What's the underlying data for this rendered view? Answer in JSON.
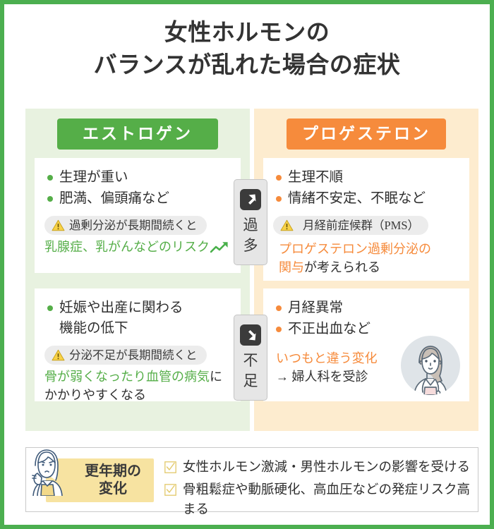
{
  "title": {
    "line1": "女性ホルモンの",
    "line2": "バランスが乱れた場合の症状"
  },
  "colors": {
    "border": "#4caf50",
    "estrogen_accent": "#55ae48",
    "estrogen_panel": "#e8f2e0",
    "progesterone_accent": "#f68b3c",
    "progesterone_panel": "#fdeccf",
    "warning_pill": "#ececec",
    "warning_icon": "#f5c518",
    "footer_tag": "#f7e3a1",
    "badge_bg": "#e6e6e6",
    "badge_arrow": "#3b3b3b",
    "doctor_circle": "#dfe4e8"
  },
  "columns": {
    "estrogen": {
      "header": "エストロゲン",
      "excess": {
        "bullets": [
          "生理が重い",
          "肥満、偏頭痛など"
        ],
        "warning": "過剰分泌が長期間続くと",
        "risk_highlight": "乳腺症、乳がんなどのリスク",
        "risk_rest": "",
        "trend_icon": "trend-up-icon"
      },
      "deficiency": {
        "bullets": [
          "妊娠や出産に関わる\n機能の低下"
        ],
        "warning": "分泌不足が長期間続くと",
        "risk_highlight": "骨が弱くなったり血管の病気",
        "risk_rest": "に\nかかりやすくなる"
      }
    },
    "progesterone": {
      "header": "プロゲステロン",
      "excess": {
        "bullets": [
          "生理不順",
          "情緒不安定、不眠など"
        ],
        "warning": "月経前症候群（PMS）",
        "risk_highlight": "プロゲステロン過剰分泌の\n関与",
        "risk_rest": "が考えられる"
      },
      "deficiency": {
        "bullets": [
          "月経異常",
          "不正出血など"
        ],
        "note_highlight": "いつもと違う変化",
        "note_rest": "→ 婦人科を受診",
        "illustration": "female-doctor-avatar"
      }
    }
  },
  "middle_badges": [
    {
      "label_line1": "過",
      "label_line2": "多",
      "icon": "arrow-up-right-icon"
    },
    {
      "label_line1": "不",
      "label_line2": "足",
      "icon": "arrow-down-right-icon"
    }
  ],
  "footer": {
    "tag_line1": "更年期の",
    "tag_line2": "変化",
    "illustration": "worried-woman-icon",
    "items": [
      "女性ホルモン激減・男性ホルモンの影響を受ける",
      "骨粗鬆症や動脈硬化、高血圧などの発症リスク高まる"
    ]
  }
}
